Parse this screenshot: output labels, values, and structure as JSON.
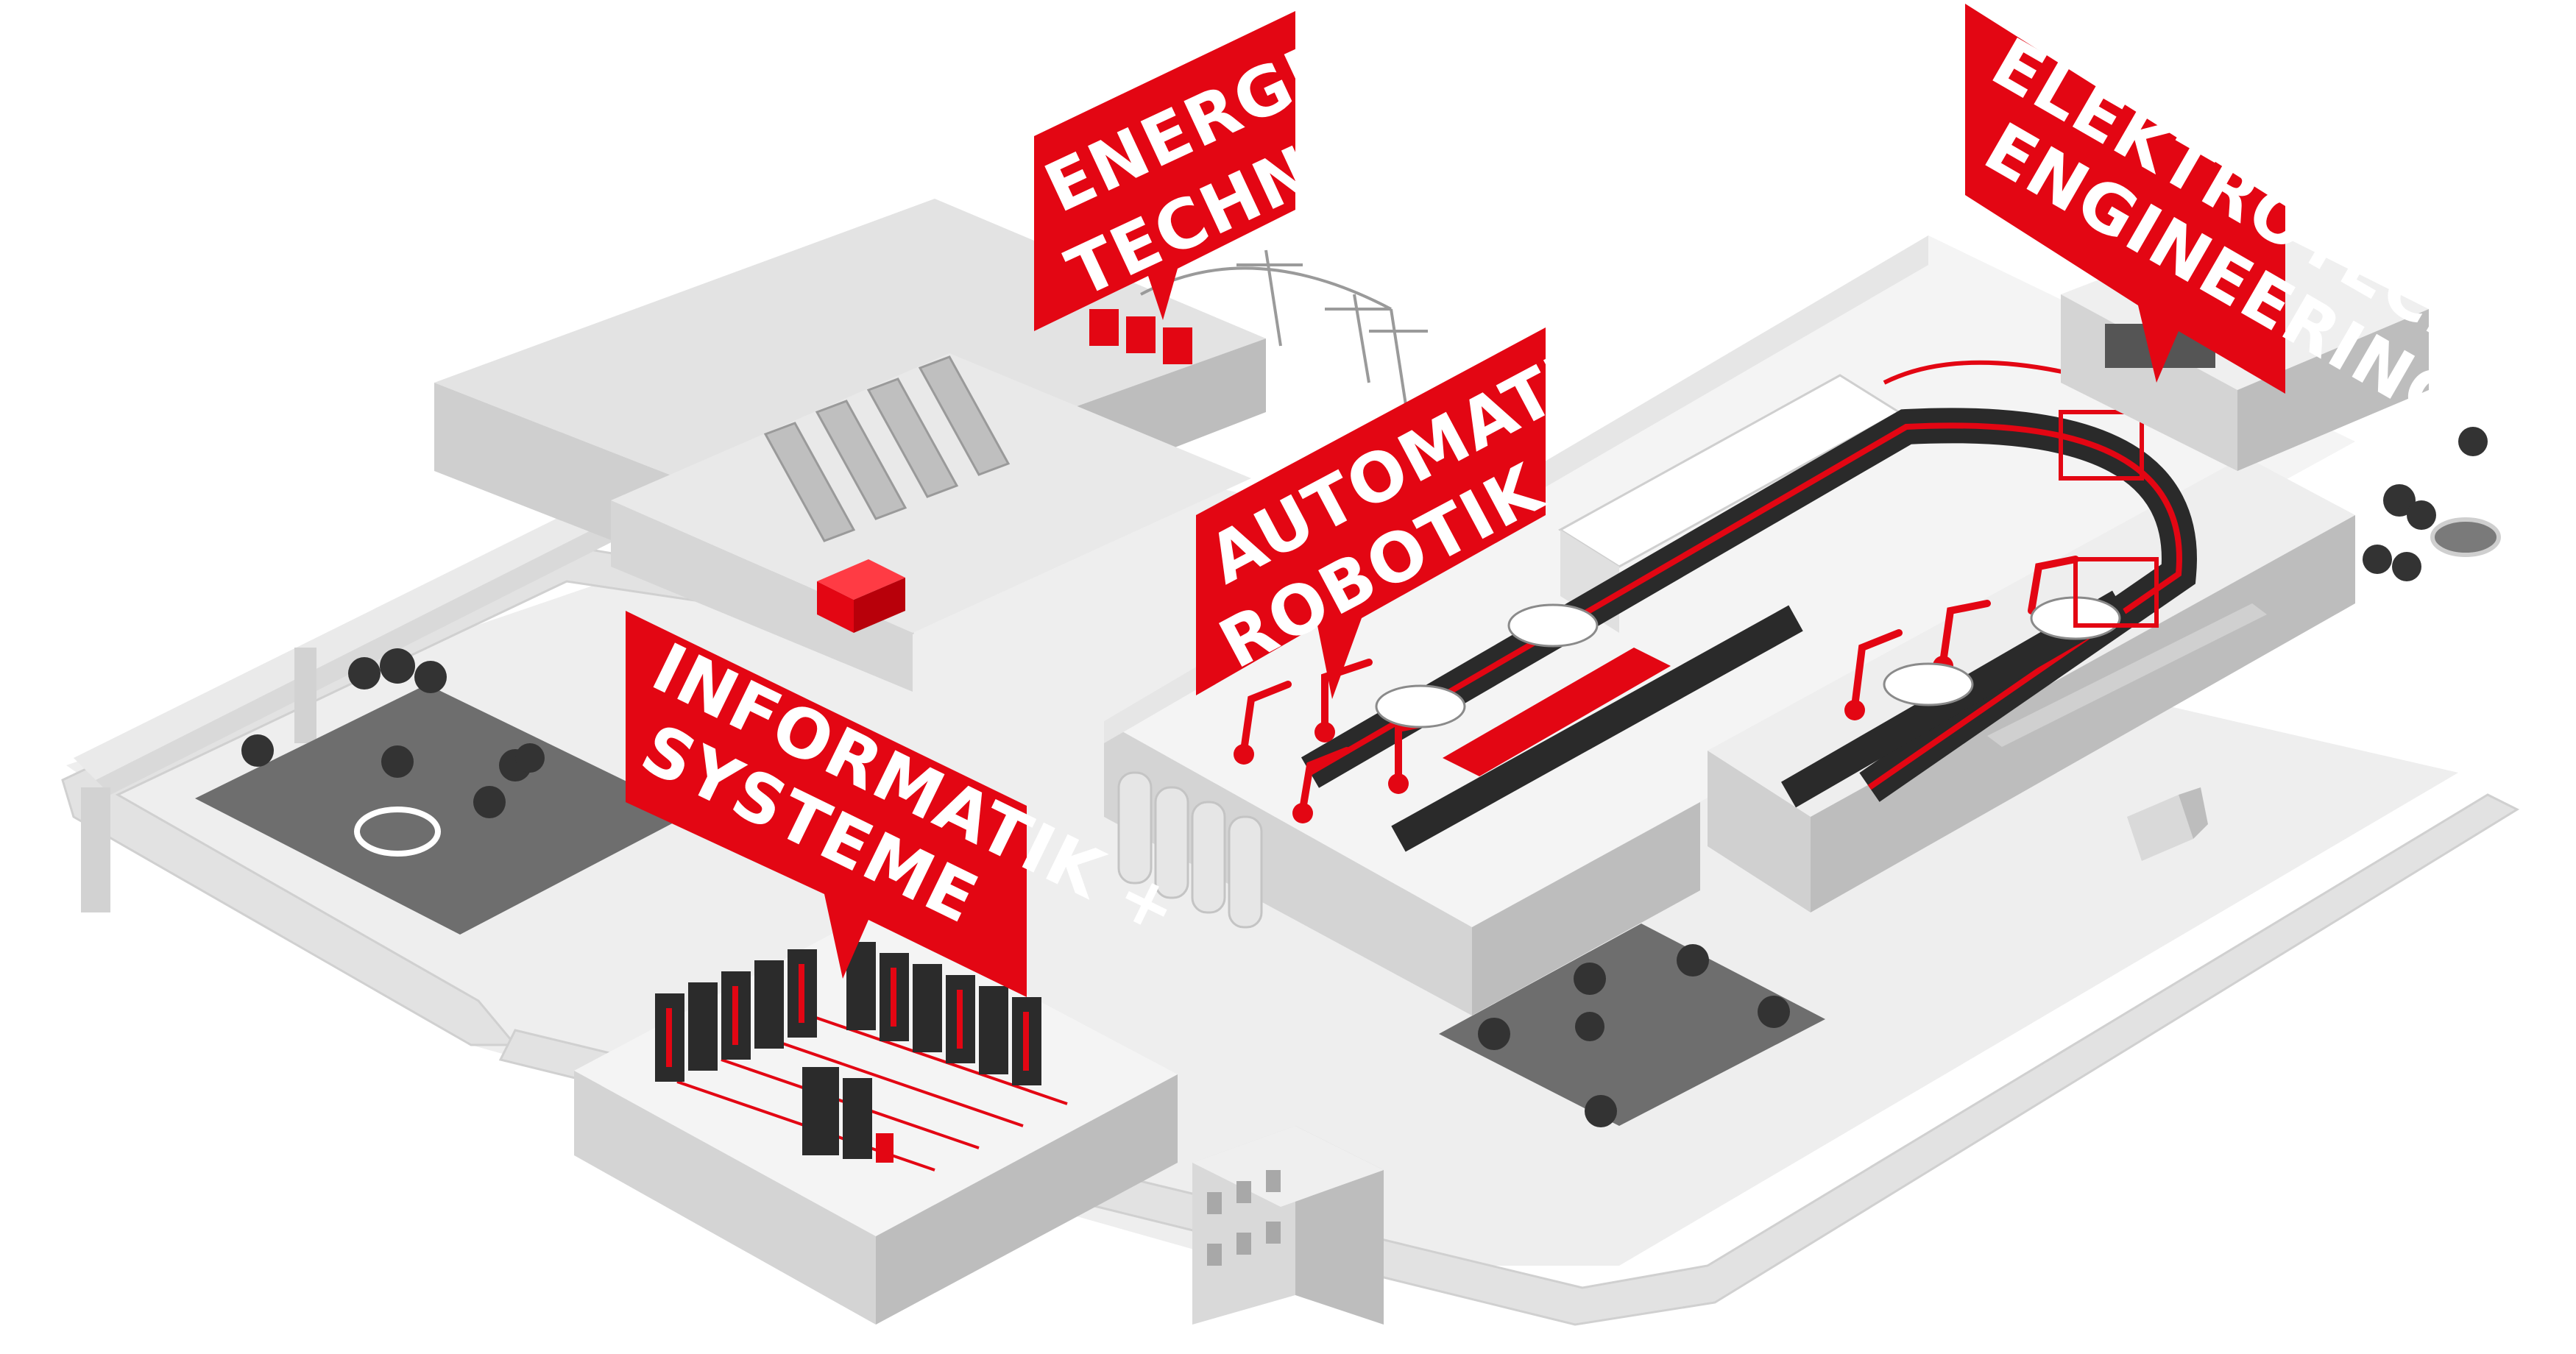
{
  "colors": {
    "accent": "#e30613",
    "ground": "#ebebeb",
    "ground_dark": "#d9d9d9",
    "wall_light": "#f4f4f4",
    "wall_mid": "#dcdcdc",
    "wall_dark": "#bdbdbd",
    "park": "#6f6f6f",
    "tree": "#3a3a3a",
    "server": "#2b2b2b"
  },
  "labels": {
    "energietechnik": {
      "line1": "ENERGIE-",
      "line2": "TECHNIK"
    },
    "elektrotech": {
      "line1": "ELEKTROTECH",
      "line2": "ENGINEERING"
    },
    "automation": {
      "line1": "AUTOMATION",
      "line2": "ROBOTIK"
    },
    "informatik": {
      "line1": "INFORMATIK +",
      "line2": "SYSTEME"
    }
  },
  "icons": {
    "power-line": "pylon",
    "robot": "robot-arm",
    "server": "server-rack",
    "tree": "tree",
    "car": "car",
    "truck": "truck"
  }
}
